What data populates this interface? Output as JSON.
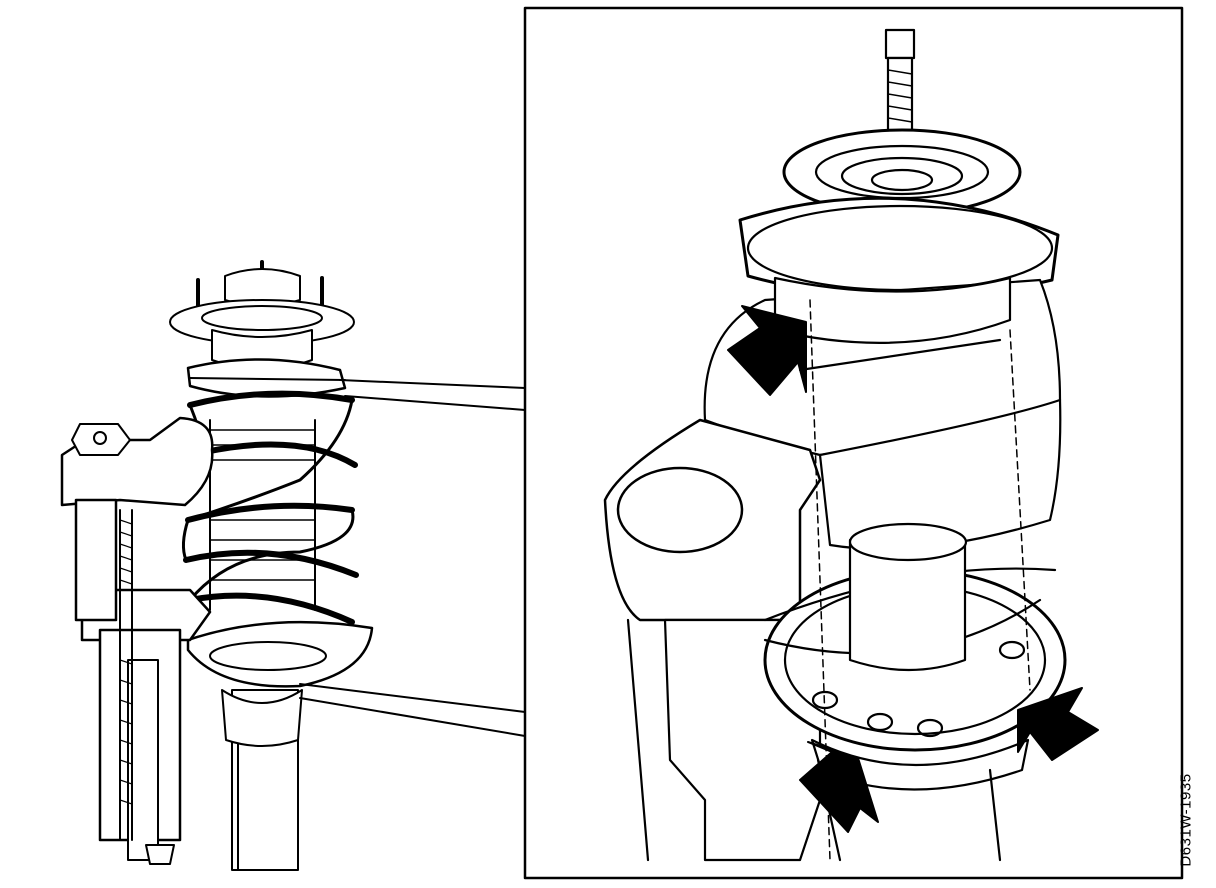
{
  "figure": {
    "reference_code": "D631W-1935"
  },
  "icons": {
    "left_view": "strut-with-spring-compressor",
    "right_view": "spring-seat-detail",
    "callout_arrows": "arrow-pointer"
  },
  "colors": {
    "ink": "#000000",
    "paper": "#ffffff"
  }
}
